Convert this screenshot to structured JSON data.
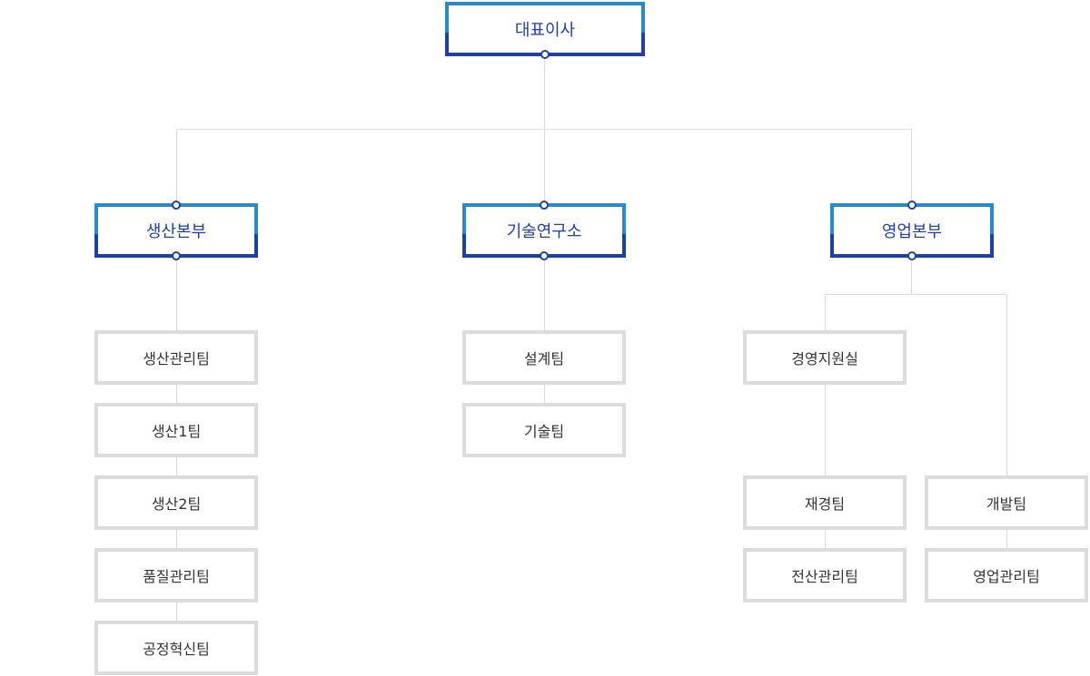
{
  "ceo": {
    "label": "대표이사"
  },
  "divisions": [
    {
      "label": "생산본부",
      "teams": [
        "생산관리팀",
        "생산1팀",
        "생산2팀",
        "품질관리팀",
        "공정혁신팀"
      ]
    },
    {
      "label": "기술연구소",
      "teams": [
        "설계팀",
        "기술팀"
      ]
    },
    {
      "label": "영업본부",
      "offices": [
        {
          "label": "경영지원실",
          "teams": [
            "재경팀",
            "전산관리팀"
          ]
        }
      ],
      "teams": [
        "개발팀",
        "영업관리팀"
      ]
    }
  ],
  "colors": {
    "primary_top": "#2a8bc4",
    "primary_bottom": "#233f9e",
    "team_border": "#dcdcdc",
    "connector": "#dcdcdc"
  }
}
